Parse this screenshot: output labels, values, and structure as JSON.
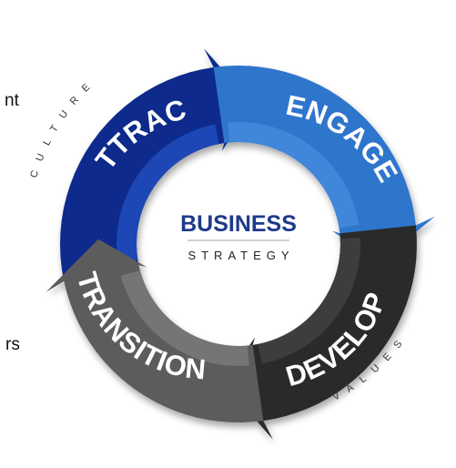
{
  "edge_fragments": {
    "top_left": "nt",
    "bottom_left": "rs"
  },
  "cycle": {
    "segments": [
      {
        "label": "ATTRACT",
        "color": "#0f2c8c"
      },
      {
        "label": "ENGAGE",
        "color": "#2f74cc"
      },
      {
        "label": "DEVELOP",
        "color": "#2b2b2b"
      },
      {
        "label": "TRANSITION",
        "color": "#5c5c5c"
      }
    ],
    "inner_colors": {
      "attract": "#1c46b4",
      "engage": "#3f86da",
      "develop": "#3d3d3d",
      "transition": "#747474"
    },
    "outer_words": {
      "top_left": "CULTURE",
      "bottom_right": "VALUES"
    }
  },
  "center": {
    "title": "BUSINESS",
    "subtitle": "STRATEGY"
  }
}
